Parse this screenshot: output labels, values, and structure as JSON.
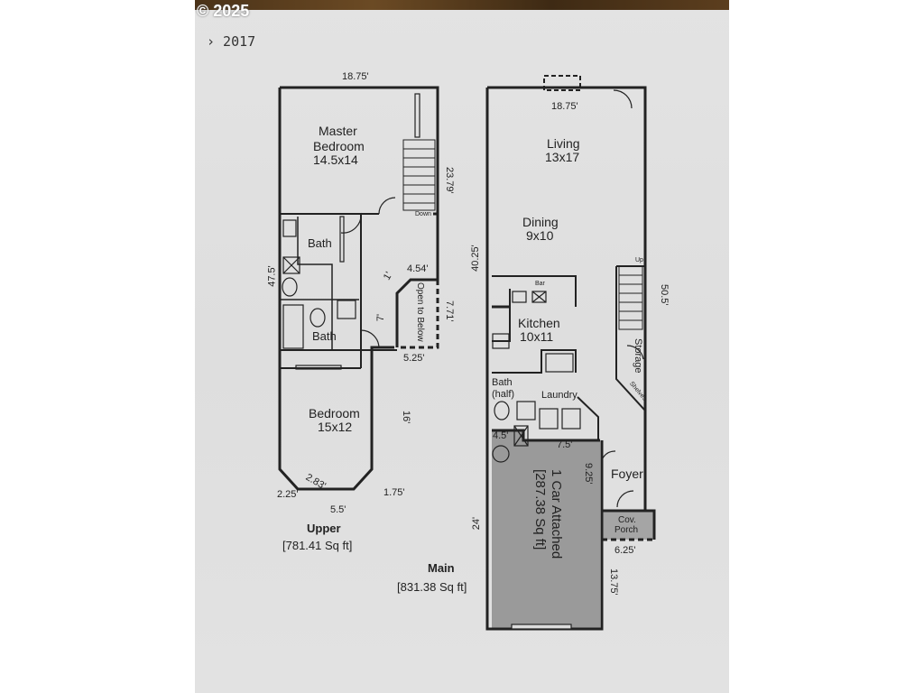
{
  "watermark": "© 2025",
  "stamp": "› 2017",
  "upper": {
    "title": "Upper",
    "area": "[781.41 Sq ft]",
    "dims": {
      "top": "18.75'",
      "right_top": "23.79'",
      "left": "47.5'",
      "open_right": "7.71'",
      "open_bottom": "5.25'",
      "hall": "4.54'",
      "one": "1'",
      "seven": "7'",
      "sixteen": "16'",
      "bay_left": "2.25'",
      "bay_diag": "2.83'",
      "bay_bottom": "5.5'",
      "bay_right": "1.75'"
    },
    "rooms": {
      "master": "Master",
      "master2": "Bedroom",
      "master_size": "14.5x14",
      "bath1": "Bath",
      "bath2": "Bath",
      "bedroom": "Bedroom",
      "bedroom_size": "15x12",
      "down": "Down",
      "open_below": "Open to Below"
    }
  },
  "main": {
    "title": "Main",
    "area": "[831.38 Sq ft]",
    "dims": {
      "top": "18.75'",
      "left": "40.25'",
      "right": "50.5'",
      "garage_w": "4.5'",
      "garage_7": "7.5'",
      "garage_925": "9.25'",
      "garage_len": "24'",
      "porch": "6.25'",
      "bottom_right": "13.75'"
    },
    "rooms": {
      "living": "Living",
      "living_size": "13x17",
      "dining": "Dining",
      "dining_size": "9x10",
      "bar": "Bar",
      "kitchen": "Kitchen",
      "kitchen_size": "10x11",
      "up": "Up",
      "storage": "Storage",
      "shelves": "Shelves",
      "bath": "Bath",
      "bath_half": "(half)",
      "laundry": "Laundry",
      "foyer": "Foyer",
      "porch1": "Cov.",
      "porch2": "Porch",
      "garage": "1 Car Attached",
      "garage_area": "[287.38 Sq ft]"
    }
  }
}
